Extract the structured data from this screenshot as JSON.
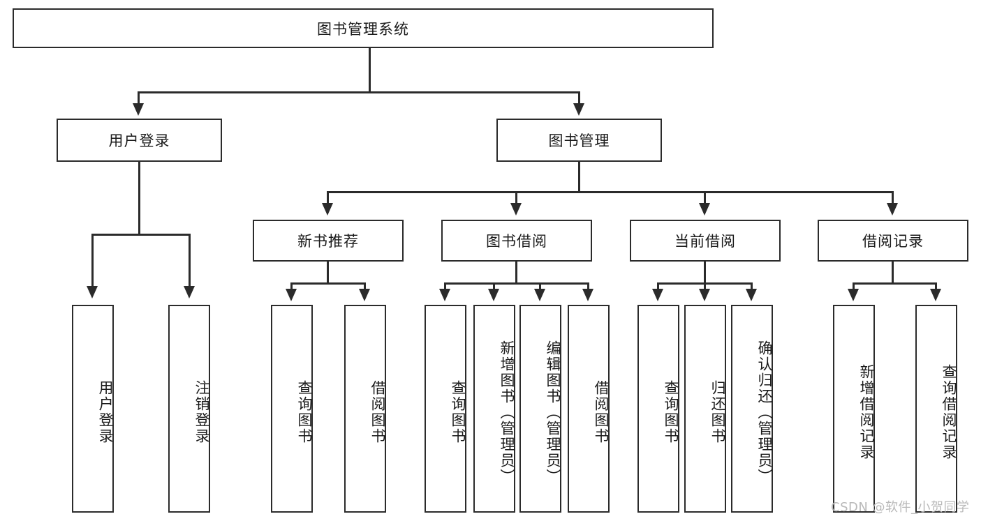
{
  "diagram": {
    "type": "tree-hierarchy-chart",
    "title": "图书管理系统",
    "orientation": "top-down",
    "colors": {
      "stroke": "#2b2b2b",
      "fill": "#ffffff",
      "text": "#1a1a1a",
      "watermark": "#b9b9b9"
    },
    "root": {
      "label": "图书管理系统"
    },
    "level2": [
      {
        "label": "用户登录"
      },
      {
        "label": "图书管理"
      }
    ],
    "level3": [
      {
        "label": "新书推荐"
      },
      {
        "label": "图书借阅"
      },
      {
        "label": "当前借阅"
      },
      {
        "label": "借阅记录"
      }
    ],
    "leaves": {
      "user_login": [
        {
          "label": "用户登录"
        },
        {
          "label": "注销登录"
        }
      ],
      "new_book_recommend": [
        {
          "label": "查询图书"
        },
        {
          "label": "借阅图书"
        }
      ],
      "book_borrow": [
        {
          "label": "查询图书"
        },
        {
          "label": "新增图书（管理员）"
        },
        {
          "label": "编辑图书（管理员）"
        },
        {
          "label": "借阅图书"
        }
      ],
      "current_borrow": [
        {
          "label": "查询图书"
        },
        {
          "label": "归还图书"
        },
        {
          "label": "确认归还（管理员）"
        }
      ],
      "borrow_record": [
        {
          "label": "新增借阅记录"
        },
        {
          "label": "查询借阅记录"
        }
      ]
    }
  },
  "watermark": {
    "text": "CSDN @软件_小贺同学"
  }
}
